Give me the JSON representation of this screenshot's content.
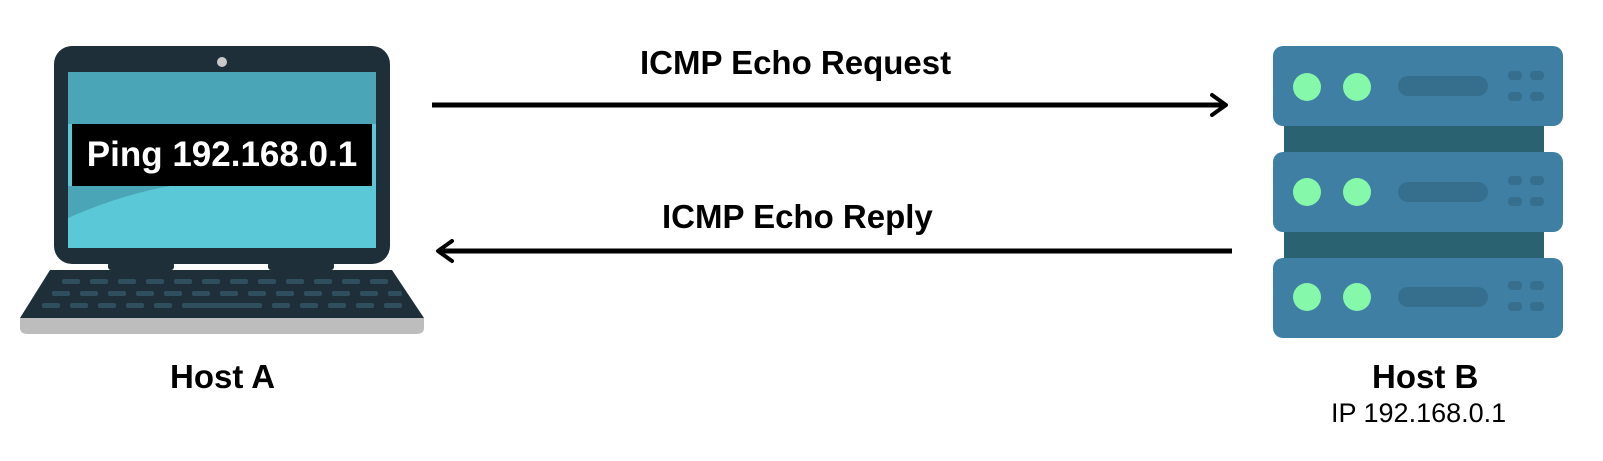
{
  "colors": {
    "laptop_body": "#1f2f3a",
    "screen": "#5bc8d8",
    "screen_band": "#4aa6b6",
    "server_body": "#3f7fa3",
    "server_gap": "#2a6271",
    "led": "#86f8a9",
    "arrow": "#000000"
  },
  "icons": {
    "host_a": "laptop-icon",
    "host_b": "server-icon"
  },
  "diagram": {
    "laptop_screen_text": "Ping 192.168.0.1",
    "request_label": "ICMP Echo Request",
    "reply_label": "ICMP Echo Reply",
    "host_a_label": "Host A",
    "host_b_label": "Host B",
    "host_b_ip": "IP 192.168.0.1"
  }
}
